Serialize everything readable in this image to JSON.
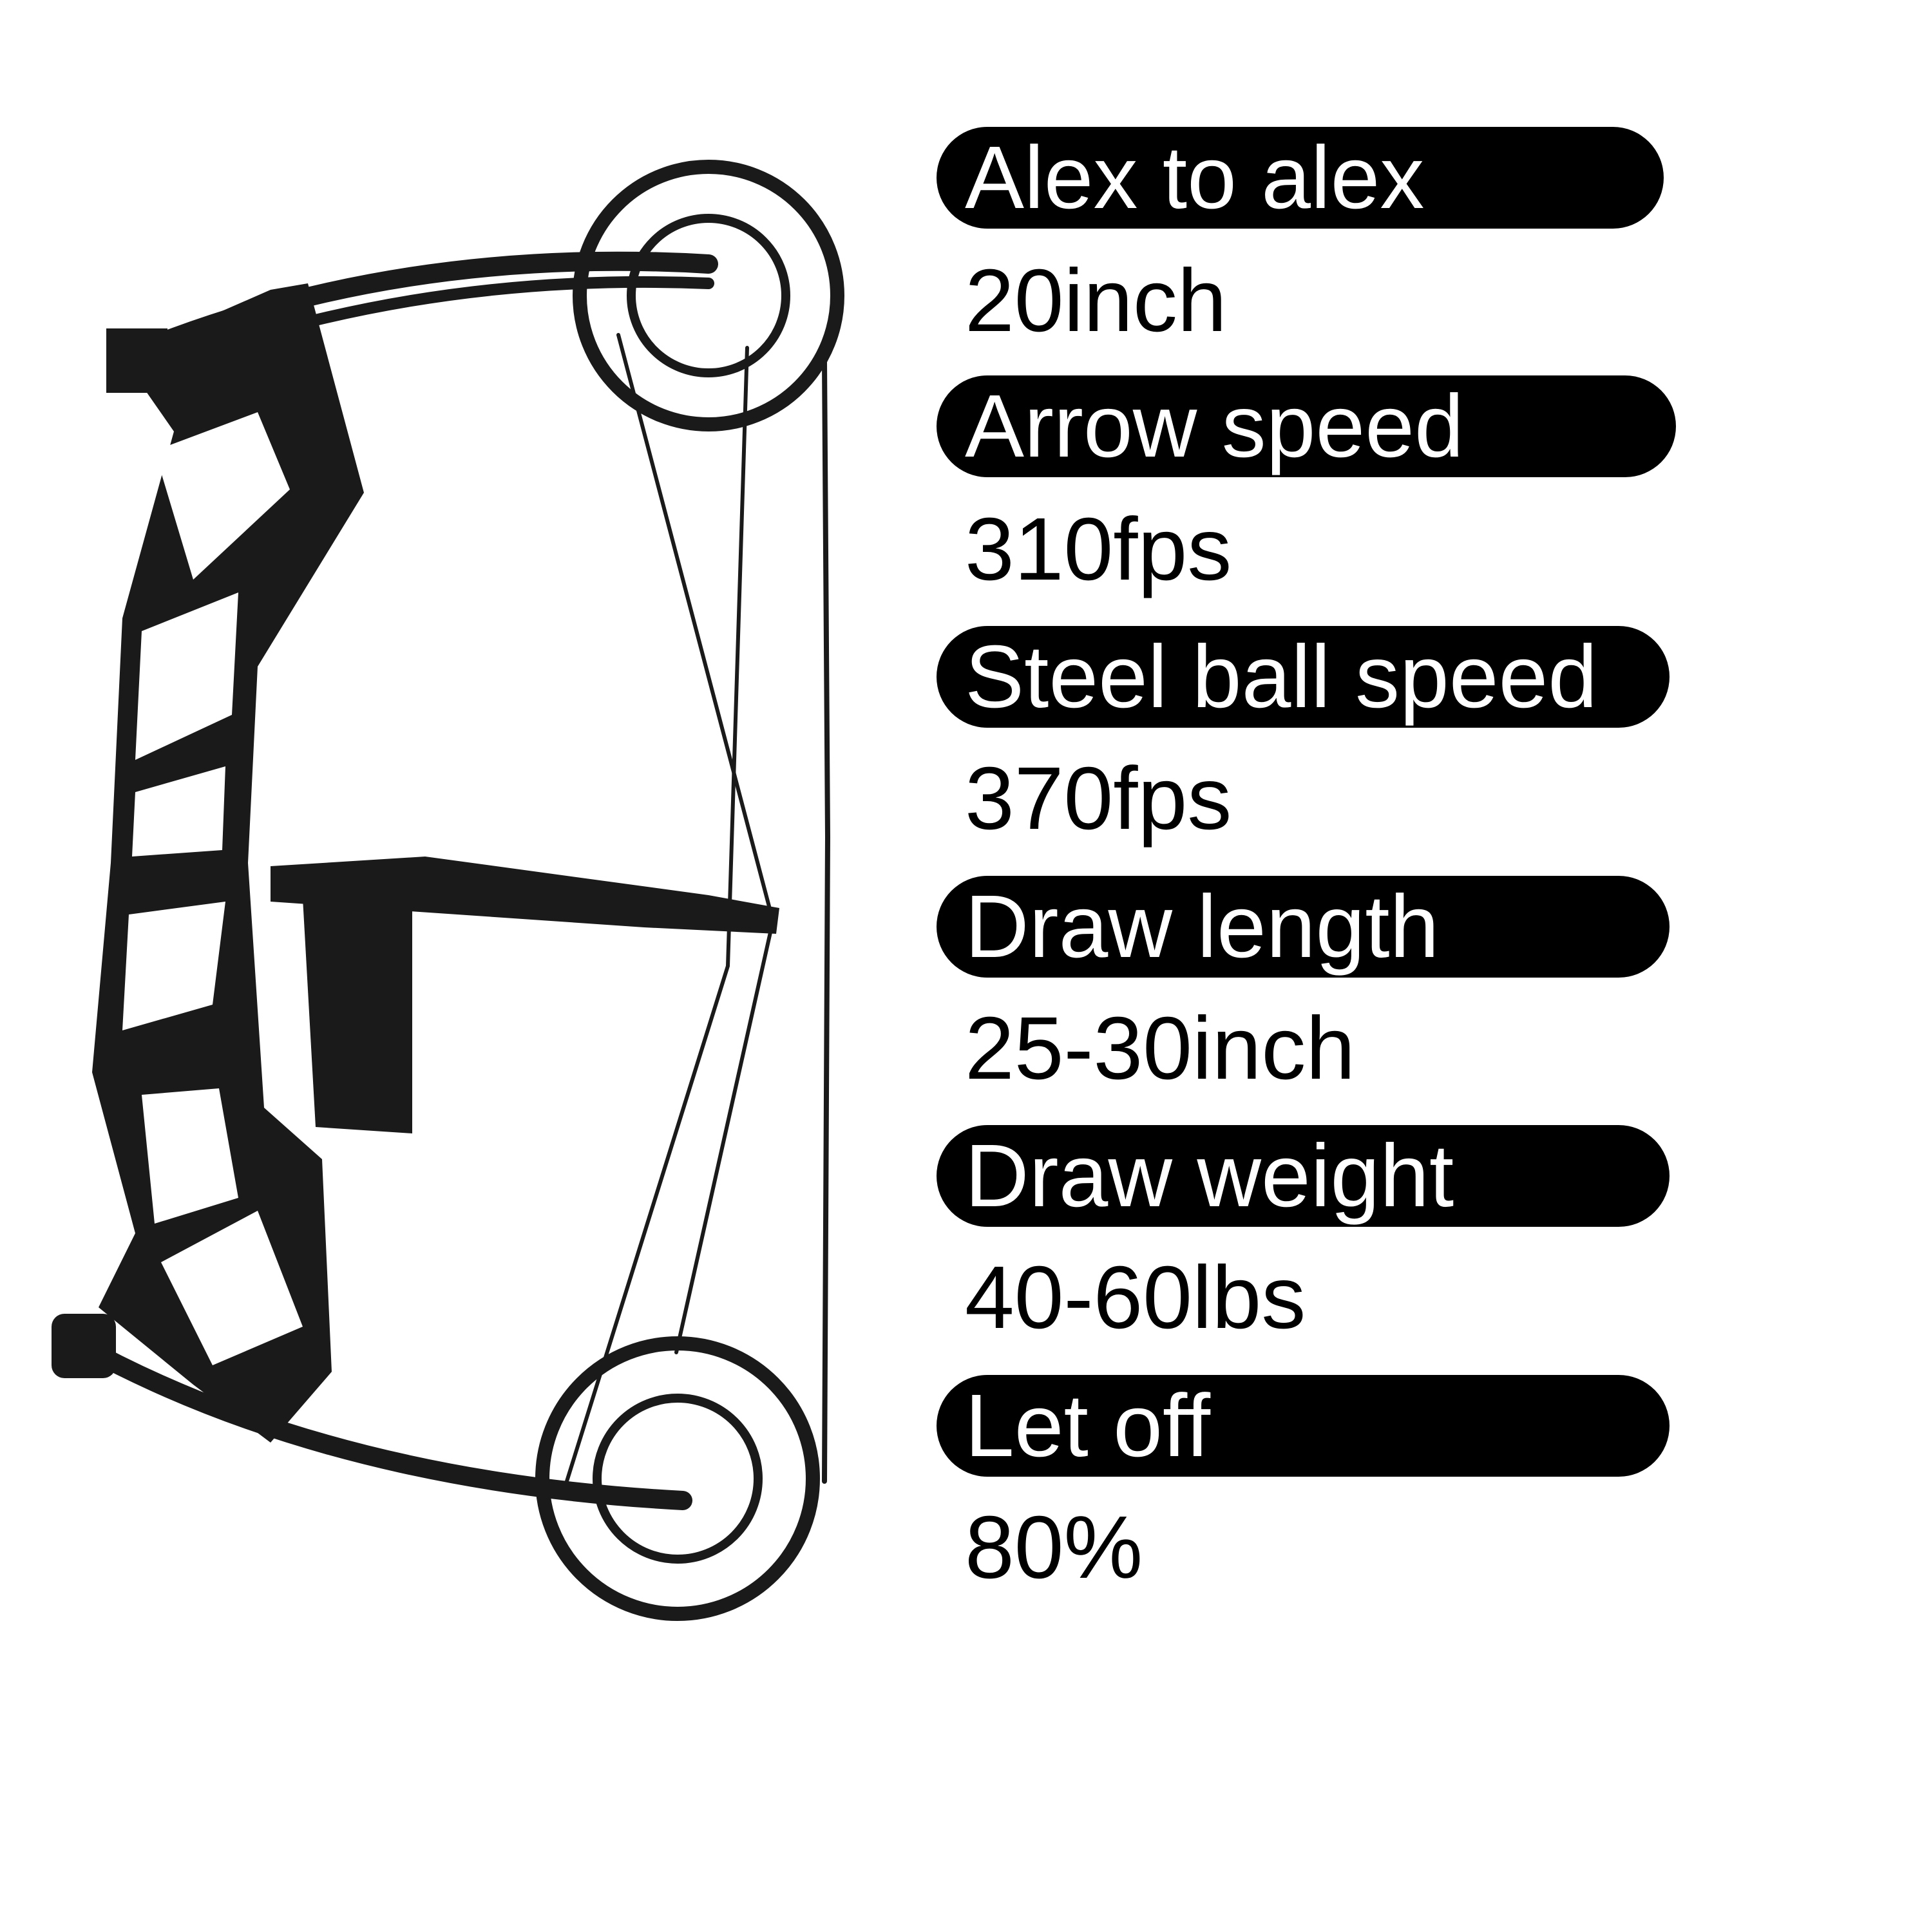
{
  "specs": [
    {
      "label": "Alex to alex",
      "value": "20inch"
    },
    {
      "label": "Arrow speed",
      "value": "310fps"
    },
    {
      "label": "Steel ball speed",
      "value": "370fps"
    },
    {
      "label": "Draw length",
      "value": "25-30inch"
    },
    {
      "label": "Draw weight",
      "value": "40-60lbs"
    },
    {
      "label": "Let off",
      "value": "80%"
    }
  ],
  "colors": {
    "pill": "#000000",
    "pill_text": "#ffffff",
    "bow": "#1a1a1a"
  }
}
